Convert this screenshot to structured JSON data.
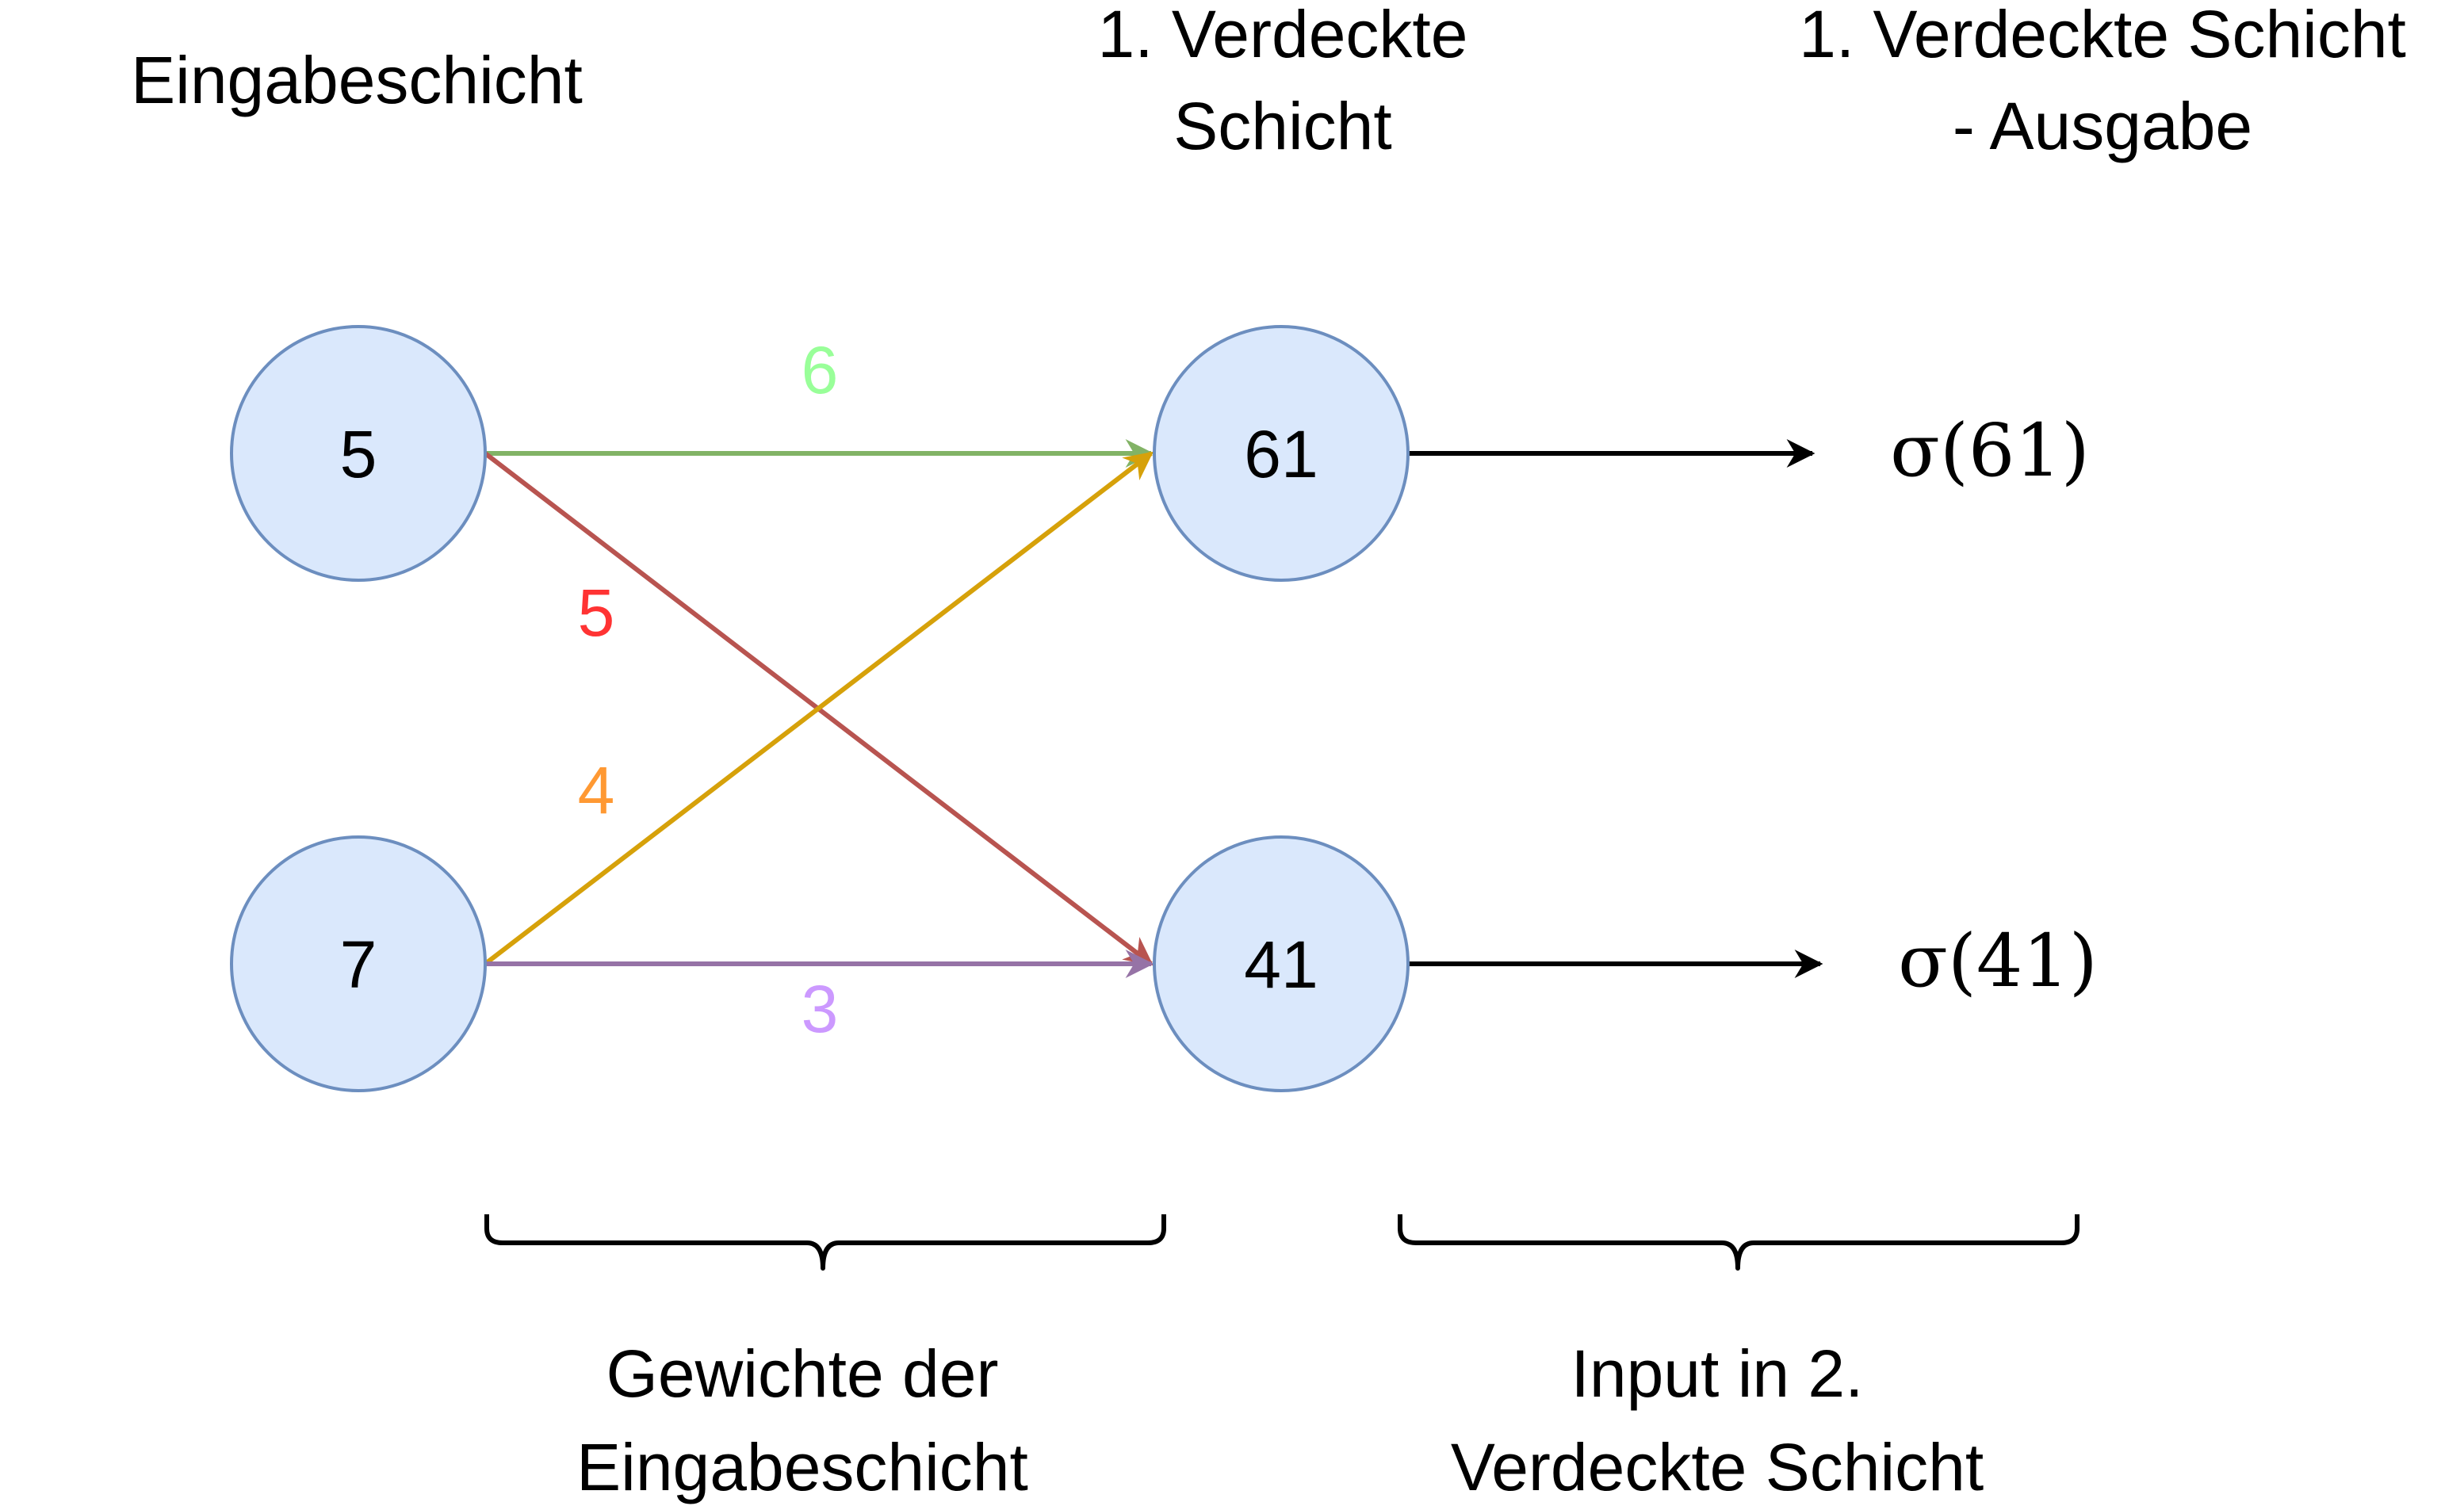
{
  "headings": {
    "input_layer": "Eingabeschicht",
    "hidden_layer": [
      "1. Verdeckte",
      "Schicht"
    ],
    "hidden_output": [
      "1. Verdeckte Schicht",
      "- Ausgabe"
    ]
  },
  "nodes": {
    "input_top": "5",
    "input_bottom": "7",
    "hidden_top": "61",
    "hidden_bottom": "41"
  },
  "weights": {
    "top_to_top": "6",
    "top_to_bottom": "5",
    "bottom_to_top": "4",
    "bottom_to_bottom": "3"
  },
  "outputs": {
    "top": "σ(61)",
    "bottom": "σ(41)"
  },
  "braces": {
    "weights_caption": [
      "Gewichte der",
      "Eingabeschicht"
    ],
    "input_caption": [
      "Input in 2.",
      "Verdeckte Schicht"
    ]
  },
  "colors": {
    "node_fill": "#dae8fc",
    "node_stroke": "#6c8ebf",
    "edge_green": "#82b366",
    "edge_red": "#b85450",
    "edge_orange": "#d6a10a",
    "edge_purple": "#9673a6",
    "weight_green": "#99ff99",
    "weight_red": "#ff3333",
    "weight_orange": "#ff9933",
    "weight_purple": "#cc99ff"
  }
}
